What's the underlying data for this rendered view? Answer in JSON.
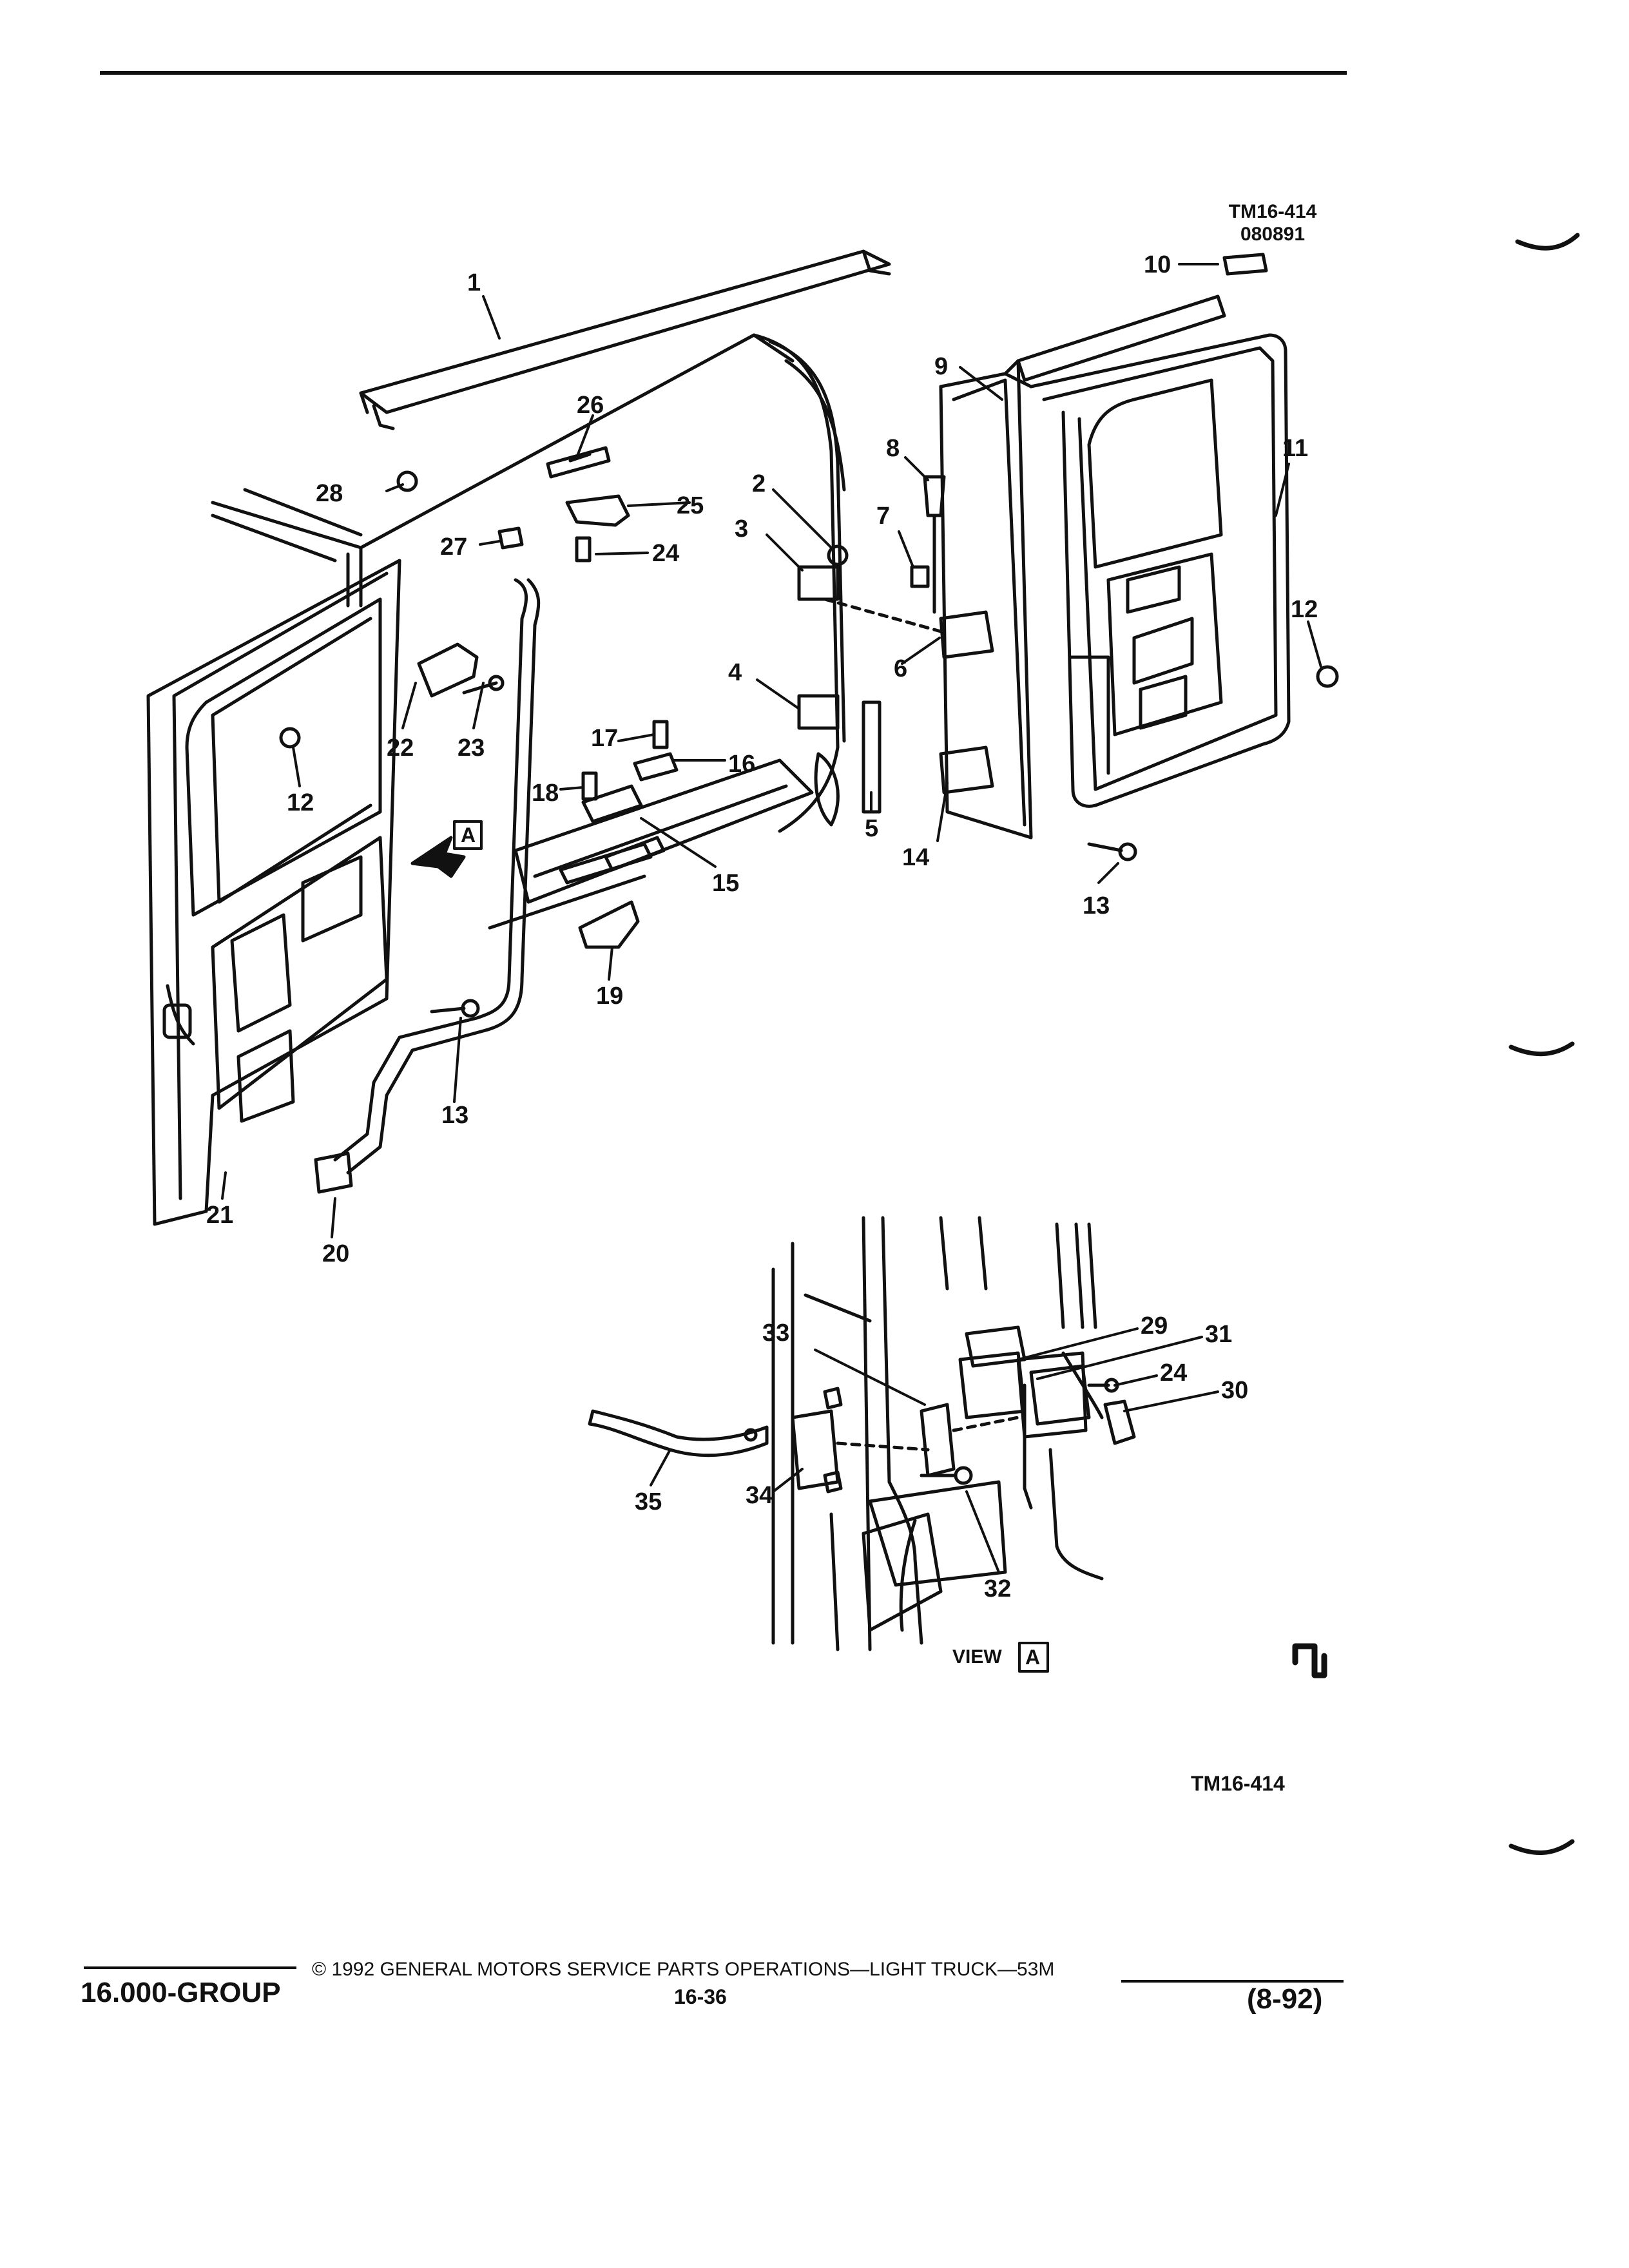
{
  "header": {
    "ref_code": "TM16-414",
    "ref_date": "080891"
  },
  "main_view": {
    "callouts": [
      "1",
      "2",
      "3",
      "4",
      "5",
      "6",
      "7",
      "8",
      "9",
      "10",
      "11",
      "12",
      "12",
      "13",
      "13",
      "14",
      "15",
      "16",
      "17",
      "18",
      "19",
      "20",
      "21",
      "22",
      "23",
      "24",
      "25",
      "26",
      "27",
      "28"
    ],
    "view_marker": "A"
  },
  "detail_view": {
    "callouts": [
      "29",
      "30",
      "31",
      "24",
      "32",
      "33",
      "34",
      "35"
    ],
    "caption_prefix": "VIEW",
    "caption_marker": "A"
  },
  "figure_id": "TM16-414",
  "footer": {
    "group": "16.000-GROUP",
    "copyright": "© 1992 GENERAL MOTORS SERVICE PARTS OPERATIONS—LIGHT TRUCK—53M",
    "page": "16-36",
    "revision": "(8-92)"
  }
}
